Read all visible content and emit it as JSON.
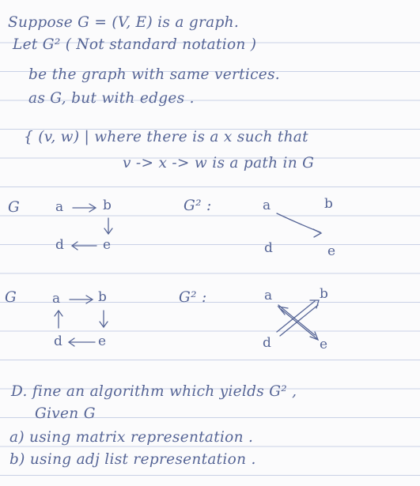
{
  "notes": {
    "intro": {
      "line1": "Suppose  G = (V, E)  is  a  graph.",
      "line2": "Let  G²  ( Not  standard  notation )",
      "line3": "be  the  graph  with  same  vertices.",
      "line4": "as  G,  but  with  edges ."
    },
    "set_definition": {
      "line1": "{ (v, w) |  where  there  is  a  x  such that",
      "line2": "v -> x -> w  is  a  path  in  G"
    },
    "example1": {
      "g_label": "G",
      "g2_label": "G² :",
      "nodes": {
        "a": "a",
        "b": "b",
        "d": "d",
        "e": "e"
      },
      "g2_nodes": {
        "a": "a",
        "b": "b",
        "d": "d",
        "e": "e"
      }
    },
    "example2": {
      "g_label": "G",
      "g2_label": "G² :",
      "nodes": {
        "a": "a",
        "b": "b",
        "d": "d",
        "e": "e"
      },
      "g2_nodes": {
        "a": "a",
        "b": "b",
        "d": "d",
        "e": "e"
      }
    },
    "task": {
      "line1": "D. fine  an  algorithm  which  yields  G² ,",
      "line2": "Given  G",
      "item_a": "a)  using  matrix  representation .",
      "item_b": "b)  using  adj  list  representation ."
    }
  }
}
